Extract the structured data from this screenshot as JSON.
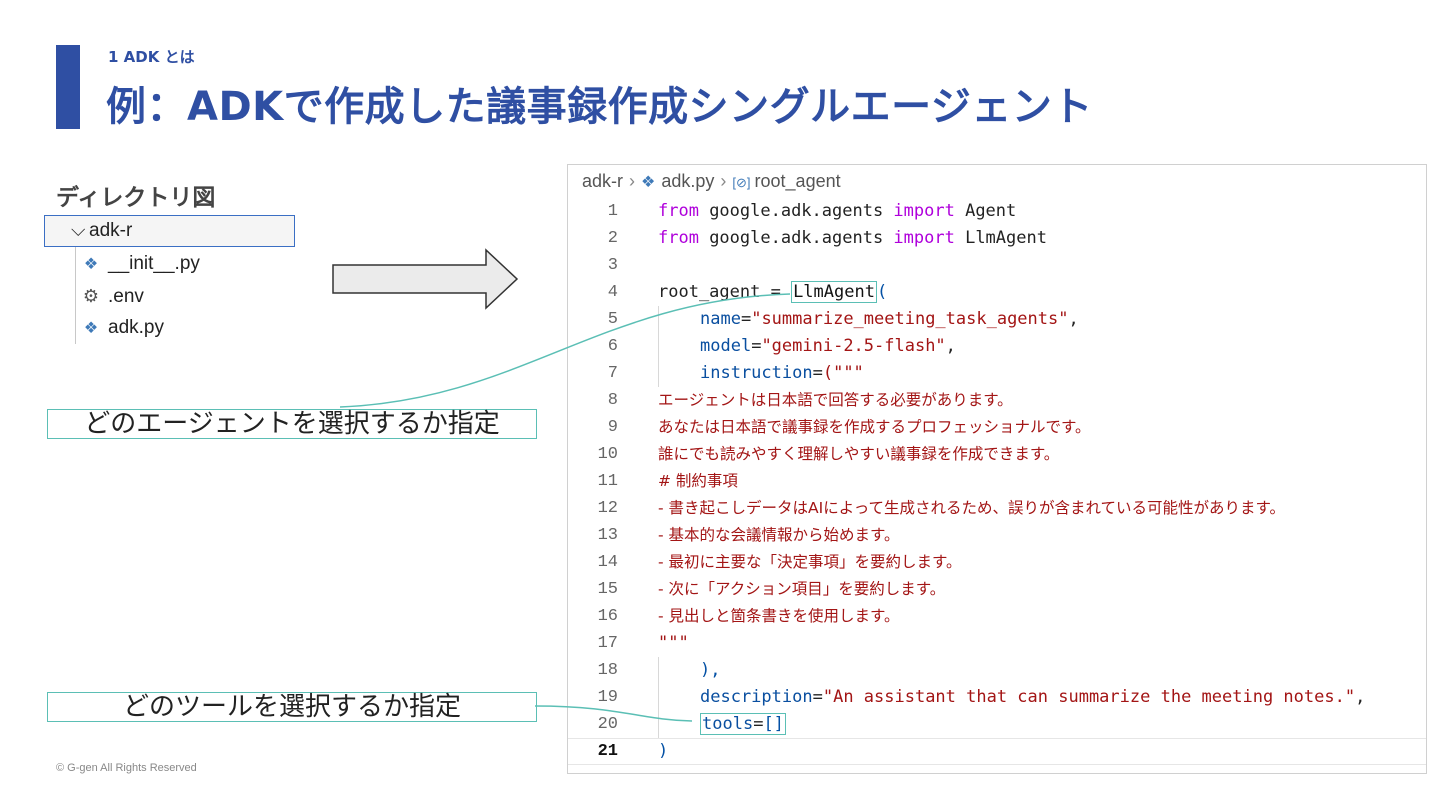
{
  "header": {
    "section": "1 ADK とは",
    "title": "例：ADKで作成した議事録作成シングルエージェント"
  },
  "tree": {
    "heading": "ディレクトリ図",
    "root": "adk-r",
    "items": [
      {
        "label": "__init__.py",
        "icon": "python-file-icon"
      },
      {
        "label": ".env",
        "icon": "gear-icon"
      },
      {
        "label": "adk.py",
        "icon": "python-file-icon"
      }
    ]
  },
  "labels": {
    "agent": "どのエージェントを選択するか指定",
    "tools": "どのツールを選択するか指定"
  },
  "editor": {
    "breadcrumb": [
      "adk-r",
      "adk.py",
      "root_agent"
    ],
    "lines": [
      {
        "n": "1"
      },
      {
        "n": "2"
      },
      {
        "n": "3"
      },
      {
        "n": "4"
      },
      {
        "n": "5"
      },
      {
        "n": "6"
      },
      {
        "n": "7"
      },
      {
        "n": "8"
      },
      {
        "n": "9"
      },
      {
        "n": "10"
      },
      {
        "n": "11"
      },
      {
        "n": "12"
      },
      {
        "n": "13"
      },
      {
        "n": "14"
      },
      {
        "n": "15"
      },
      {
        "n": "16"
      },
      {
        "n": "17"
      },
      {
        "n": "18"
      },
      {
        "n": "19"
      },
      {
        "n": "20"
      },
      {
        "n": "21"
      }
    ],
    "code": {
      "from": "from",
      "import": "import",
      "module": " google.adk.agents ",
      "agent": " Agent",
      "llmagent": " LlmAgent",
      "root_agent": "root_agent = ",
      "llmagent_call": "LlmAgent",
      "paren_open": "(",
      "name_attr": "name",
      "name_val": "\"summarize_meeting_task_agents\"",
      "model_attr": "model",
      "model_val": "\"gemini-2.5-flash\"",
      "instruction_attr": "instruction",
      "instruction_open": "(\"\"\"",
      "l8": "エージェントは日本語で回答する必要があります。",
      "l9": "あなたは日本語で議事録を作成するプロフェッショナルです。",
      "l10": "誰にでも読みやすく理解しやすい議事録を作成できます。",
      "l11": "# 制約事項",
      "l12": "- 書き起こしデータはAIによって生成されるため、誤りが含まれている可能性があります。",
      "l13": "- 基本的な会議情報から始めます。",
      "l14": "- 最初に主要な「決定事項」を要約します。",
      "l15": "- 次に「アクション項目」を要約します。",
      "l16": "- 見出しと箇条書きを使用します。",
      "l17": "\"\"\"",
      "l18": "),",
      "description_attr": "description",
      "description_val": "\"An assistant that can summarize the meeting notes.\"",
      "tools": "tools",
      "tools_val": "[]",
      "close": ")",
      "eq": "=",
      "comma": ","
    }
  },
  "footer": {
    "copyright": "© G-gen  All Rights Reserved"
  },
  "colors": {
    "accent": "#2f4fa3",
    "highlight_box": "#5bbfb5",
    "keyword": "#af00db",
    "string": "#a31515"
  }
}
